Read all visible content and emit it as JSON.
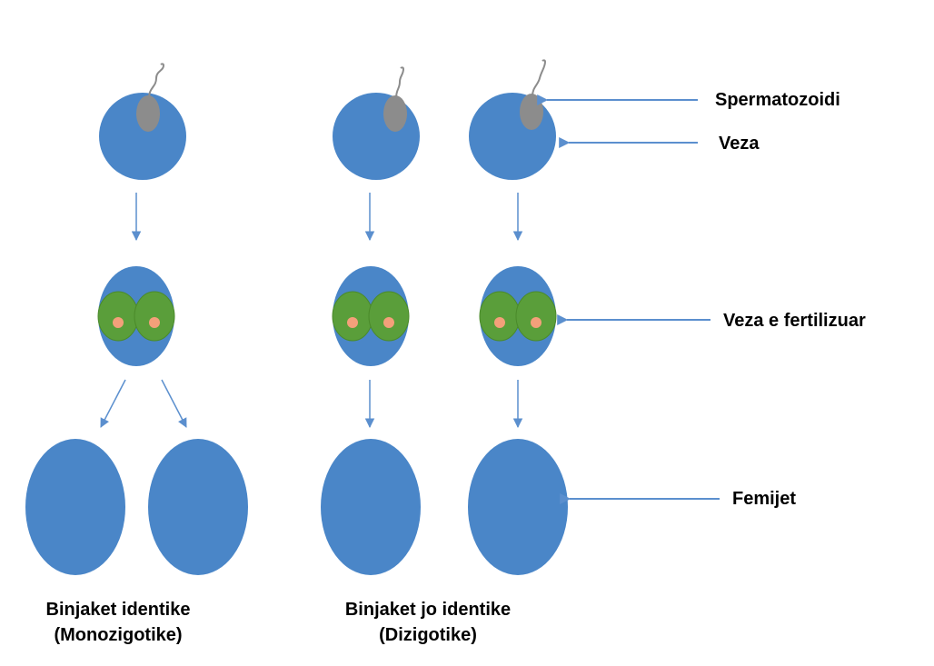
{
  "labels": {
    "sperm": "Spermatozoidi",
    "egg": "Veza",
    "fertilized_egg": "Veza e fertilizuar",
    "fetuses": "Femijet"
  },
  "captions": {
    "identical": {
      "line1": "Binjaket identike",
      "line2": "(Monozigotike)"
    },
    "fraternal": {
      "line1": "Binjaket jo identike",
      "line2": "(Dizigotike)"
    }
  },
  "colors": {
    "cell_blue": "#4a86c8",
    "sperm_gray": "#8c8c8c",
    "nucleus_green": "#5a9e3a",
    "nucleus_dot": "#f4a07a",
    "arrow_blue": "#5b8fce"
  }
}
